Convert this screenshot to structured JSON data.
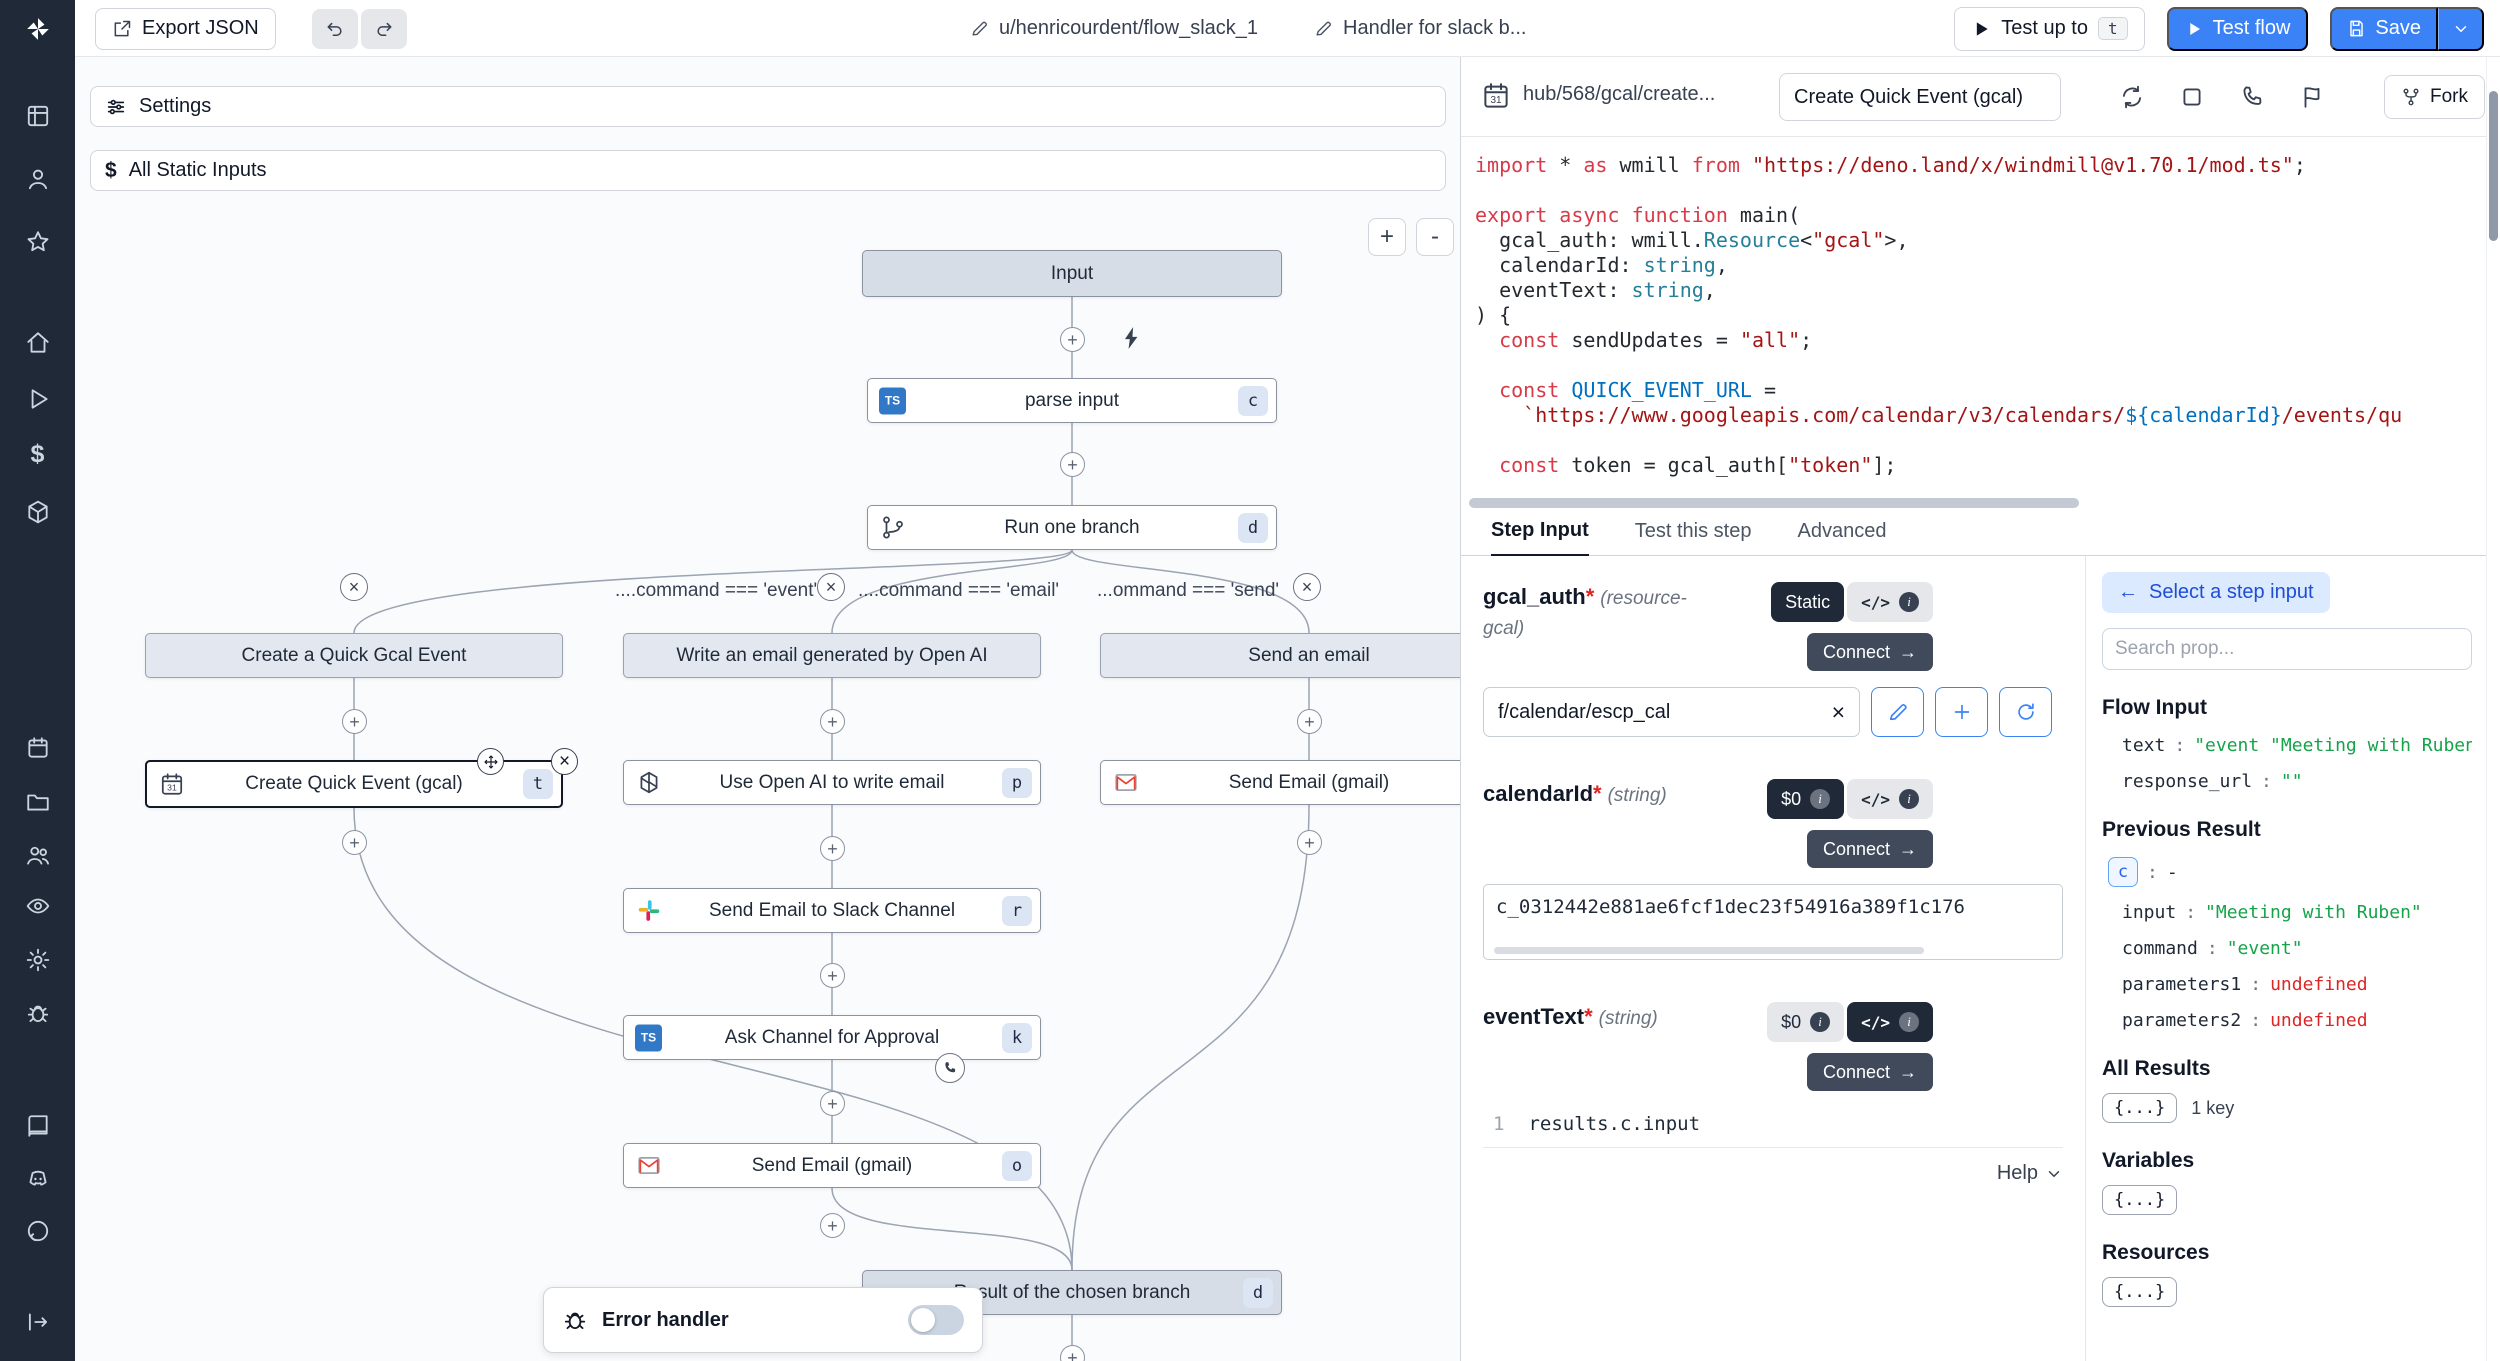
{
  "colors": {
    "accent": "#3b82f6",
    "sidebar_bg": "#1f2937",
    "string_green": "#16a34a",
    "undefined_red": "#dc2626"
  },
  "topbar": {
    "export_json": "Export JSON",
    "flow_path": "u/henricourdent/flow_slack_1",
    "flow_summary": "Handler for slack b...",
    "test_up_to": "Test up to",
    "test_up_to_key": "t",
    "test_flow": "Test flow",
    "save": "Save"
  },
  "sidebar": {
    "icons": [
      "windmill-logo",
      "grid",
      "user",
      "star",
      "home",
      "play",
      "dollar",
      "cube",
      "calendar",
      "folder",
      "users",
      "eye",
      "gear",
      "bug",
      "book",
      "discord",
      "github",
      "collapse-arrow"
    ]
  },
  "canvas": {
    "settings_label": "Settings",
    "static_inputs_label": "All Static Inputs",
    "zoom_in": "+",
    "zoom_out": "-",
    "branch_labels": [
      "....command === 'event'",
      "....command === 'email'",
      "...ommand === 'send'"
    ],
    "nodes": {
      "input": {
        "label": "Input"
      },
      "parse_input": {
        "label": "parse input",
        "badge": "c"
      },
      "run_one_branch": {
        "label": "Run one branch",
        "badge": "d"
      },
      "branch1_title": "Create a Quick Gcal Event",
      "branch2_title": "Write an email generated by Open AI",
      "branch3_title": "Send an email",
      "gcal_event": {
        "label": "Create Quick Event (gcal)",
        "badge": "t"
      },
      "openai_email": {
        "label": "Use Open AI to write email",
        "badge": "p"
      },
      "slack_channel": {
        "label": "Send Email to Slack Channel",
        "badge": "r"
      },
      "ask_approval": {
        "label": "Ask Channel for Approval",
        "badge": "k"
      },
      "send_gmail": {
        "label": "Send Email (gmail)",
        "badge": "o"
      },
      "send_gmail_branch3": {
        "label": "Send Email (gmail)"
      },
      "result": {
        "label": "Result of the chosen branch",
        "badge": "d"
      }
    },
    "error_handler_label": "Error handler"
  },
  "editor": {
    "hub_path": "hub/568/gcal/create...",
    "step_name": "Create Quick Event (gcal)",
    "fork_label": "Fork",
    "code_lines": [
      [
        [
          "k",
          "import"
        ],
        [
          "d",
          " * "
        ],
        [
          "k",
          "as"
        ],
        [
          "d",
          " wmill "
        ],
        [
          "k",
          "from"
        ],
        [
          "d",
          " "
        ],
        [
          "s",
          "\"https://deno.land/x/windmill@v1.70.1/mod.ts\""
        ],
        [
          "d",
          ";"
        ]
      ],
      [],
      [
        [
          "k",
          "export"
        ],
        [
          "d",
          " "
        ],
        [
          "k",
          "async"
        ],
        [
          "d",
          " "
        ],
        [
          "k",
          "function"
        ],
        [
          "d",
          " main("
        ]
      ],
      [
        [
          "d",
          "  gcal_auth: wmill."
        ],
        [
          "t",
          "Resource"
        ],
        [
          "d",
          "<"
        ],
        [
          "s",
          "\"gcal\""
        ],
        [
          "d",
          ">,"
        ]
      ],
      [
        [
          "d",
          "  calendarId: "
        ],
        [
          "t",
          "string"
        ],
        [
          "d",
          ","
        ]
      ],
      [
        [
          "d",
          "  eventText: "
        ],
        [
          "t",
          "string"
        ],
        [
          "d",
          ","
        ]
      ],
      [
        [
          "d",
          ") {"
        ]
      ],
      [
        [
          "d",
          "  "
        ],
        [
          "k",
          "const"
        ],
        [
          "d",
          " sendUpdates = "
        ],
        [
          "s",
          "\"all\""
        ],
        [
          "d",
          ";"
        ]
      ],
      [],
      [
        [
          "d",
          "  "
        ],
        [
          "k",
          "const"
        ],
        [
          "d",
          " "
        ],
        [
          "v",
          "QUICK_EVENT_URL"
        ],
        [
          "d",
          " ="
        ]
      ],
      [
        [
          "s",
          "    `https://www.googleapis.com/calendar/v3/calendars/"
        ],
        [
          "v",
          "${calendarId}"
        ],
        [
          "s",
          "/events/qu"
        ]
      ],
      [],
      [
        [
          "d",
          "  "
        ],
        [
          "k",
          "const"
        ],
        [
          "d",
          " token = gcal_auth["
        ],
        [
          "s",
          "\"token\""
        ],
        [
          "d",
          "];"
        ]
      ]
    ]
  },
  "step_panel": {
    "tabs": [
      "Step Input",
      "Test this step",
      "Advanced"
    ],
    "gcal_auth": {
      "name": "gcal_auth",
      "type": "(resource-gcal)",
      "static_label": "Static",
      "connect_label": "Connect",
      "value": "f/calendar/escp_cal"
    },
    "calendar_id": {
      "name": "calendarId",
      "type": "(string)",
      "static_label": "$0",
      "connect_label": "Connect",
      "value": "c_0312442e881ae6fcf1dec23f54916a389f1c176"
    },
    "event_text": {
      "name": "eventText",
      "type": "(string)",
      "static_label": "$0",
      "connect_label": "Connect",
      "line_number": "1",
      "expression": "results.c.input"
    },
    "help_label": "Help"
  },
  "props": {
    "select_step_label": "Select a step input",
    "search_placeholder": "Search prop...",
    "flow_input_title": "Flow Input",
    "flow_input_rows": [
      {
        "key": "text",
        "value": "\"event \"Meeting with Ruben\"\""
      },
      {
        "key": "response_url",
        "value": "\"\""
      }
    ],
    "previous_result_title": "Previous Result",
    "result_badge": "c",
    "result_badge_value": "-",
    "previous_result_rows": [
      {
        "key": "input",
        "value": "\"Meeting with Ruben\""
      },
      {
        "key": "command",
        "value": "\"event\""
      },
      {
        "key": "parameters1",
        "value": "undefined"
      },
      {
        "key": "parameters2",
        "value": "undefined"
      }
    ],
    "all_results_title": "All Results",
    "all_results_badge": "{...}",
    "all_results_note": "1 key",
    "variables_title": "Variables",
    "variables_badge": "{...}",
    "resources_title": "Resources",
    "resources_badge": "{...}"
  }
}
